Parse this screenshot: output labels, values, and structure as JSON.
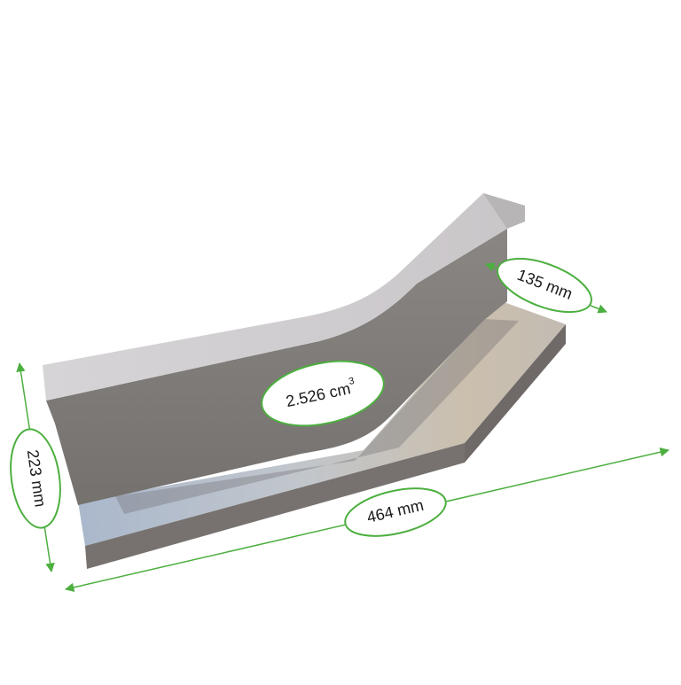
{
  "dimensions": {
    "height": "223 mm",
    "length": "464 mm",
    "depth": "135 mm"
  },
  "volume": {
    "value": "2.526 cm",
    "superscript": "3"
  },
  "colors": {
    "dimension_line": "#4caf3f",
    "label_border": "#4caf3f",
    "label_fill": "#ffffff",
    "label_text": "#1a1a1a",
    "top_face": "#cfcdce",
    "front_face": "#7c7876",
    "shelf_top": "#cfc6b8",
    "shelf_front": "#77726f",
    "inner_tint": "#aebdd0"
  }
}
